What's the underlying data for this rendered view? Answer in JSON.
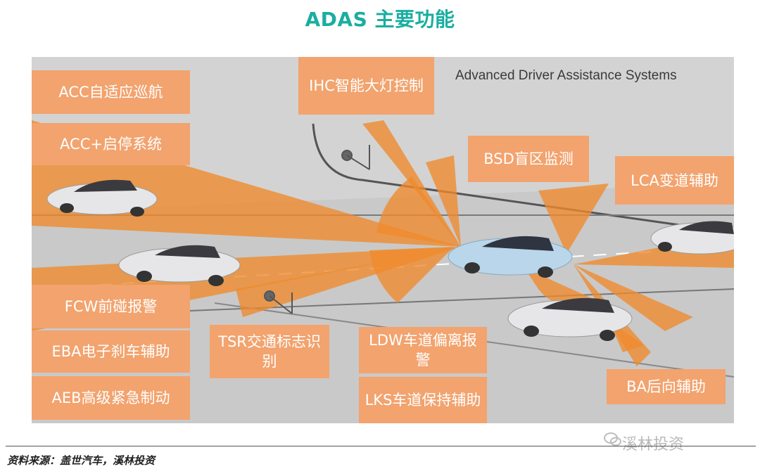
{
  "title": "ADAS 主要功能",
  "subtitle": "Advanced Driver Assistance Systems",
  "labels": {
    "acc": "ACC自适应巡航",
    "acc_plus": "ACC+启停系统",
    "ihc": "IHC智能大灯控制",
    "bsd": "BSD盲区监测",
    "lca": "LCA变道辅助",
    "fcw": "FCW前碰报警",
    "eba": "EBA电子刹车辅助",
    "aeb": "AEB高级紧急制动",
    "tsr": "TSR交通标志识别",
    "ldw": "LDW车道偏离报警",
    "lks": "LKS车道保持辅助",
    "ba": "BA后向辅助"
  },
  "source": "资料来源：盖世汽车，溪林投资",
  "watermark": "溪林投资",
  "colors": {
    "title": "#1aaea0",
    "label_bg": "#f2a36e",
    "beam": "#f08a2c",
    "road": "#c6c6c6",
    "car_body": "#e8e8ea",
    "car_highlight": "#a8cde6"
  }
}
